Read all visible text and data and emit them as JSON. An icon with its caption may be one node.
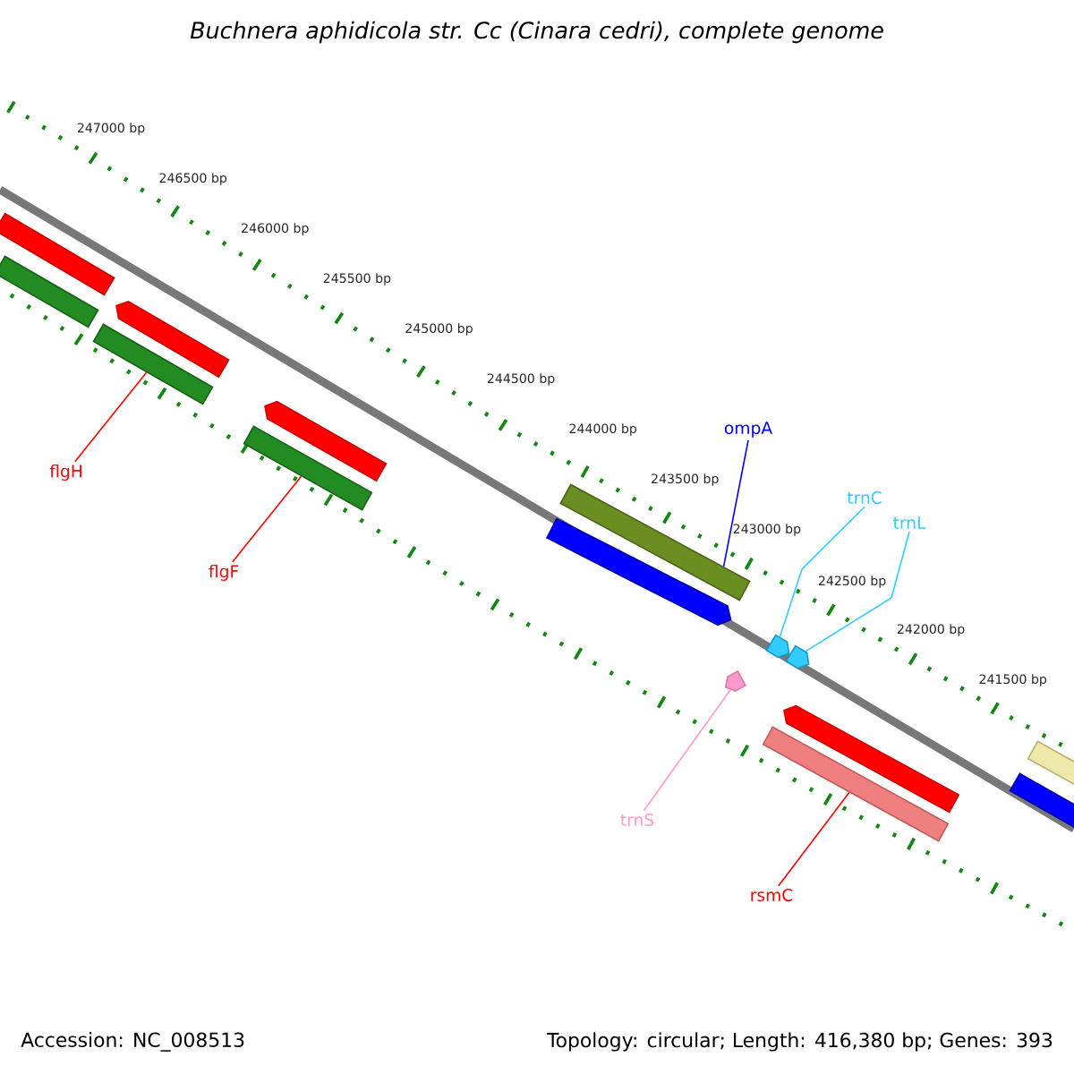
{
  "diagram": {
    "title": "Buchnera aphidicola str. Cc (Cinara cedri), complete genome",
    "nodes": [
      {
        "text": [
          "flgH"
        ]
      },
      {
        "text": [
          "flgF"
        ]
      },
      {
        "text": [
          "ompA"
        ]
      },
      {
        "text": [
          "trnC"
        ]
      },
      {
        "text": [
          "trnL"
        ]
      },
      {
        "text": [
          "trnS"
        ]
      },
      {
        "text": [
          "rsmC"
        ]
      },
      {
        "text": [],
        "shape": "bar"
      },
      {
        "text": [],
        "shape": "bar"
      },
      {
        "text": [],
        "shape": "bar"
      },
      {
        "text": [],
        "shape": "bar"
      },
      {
        "text": [],
        "shape": "bar"
      },
      {
        "text": [],
        "shape": "bar"
      },
      {
        "text": [],
        "shape": "bar"
      },
      {
        "text": [],
        "shape": "bar"
      },
      {
        "text": [],
        "shape": "bar"
      },
      {
        "text": [],
        "shape": "bar"
      },
      {
        "text": [],
        "shape": "bar"
      },
      {
        "text": [],
        "shape": "bar"
      },
      {
        "text": [],
        "shape": "bar"
      },
      {
        "text": [],
        "shape": "bar"
      },
      {
        "text": [],
        "shape": "bar"
      }
    ],
    "edges": [
      {
        "from": 0,
        "to": 10,
        "arrow": "none"
      },
      {
        "from": 1,
        "to": 12,
        "arrow": "none"
      },
      {
        "from": 2,
        "to": 13,
        "arrow": "none",
        "color": "#0000ff"
      },
      {
        "from": 3,
        "to": 16,
        "arrow": "none",
        "color": "#33ccff"
      },
      {
        "from": 4,
        "to": 17,
        "arrow": "none",
        "color": "#33ccff"
      },
      {
        "from": 5,
        "to": 15,
        "arrow": "none",
        "color": "#ff99cc"
      },
      {
        "from": 6,
        "to": 18,
        "arrow": "none"
      }
    ],
    "labels": [
      "247000 bp",
      "246500 bp",
      "246000 bp",
      "245500 bp",
      "245000 bp",
      "244500 bp",
      "244000 bp",
      "243500 bp",
      "243000 bp",
      "242500 bp",
      "242000 bp",
      "241500 bp",
      "Accession: NC_008513",
      "Topology: circular; Length: 416,380 bp; Genes: 393"
    ]
  }
}
